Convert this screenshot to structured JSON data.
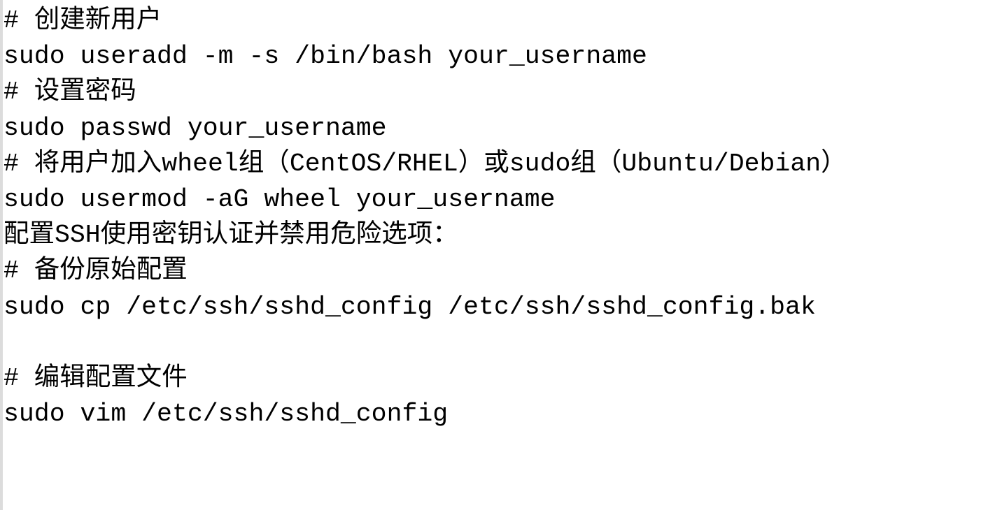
{
  "document": {
    "lines": [
      {
        "type": "comment",
        "text": "# 创建新用户"
      },
      {
        "type": "command",
        "text": "sudo useradd -m -s /bin/bash your_username"
      },
      {
        "type": "comment",
        "text": "# 设置密码"
      },
      {
        "type": "command",
        "text": "sudo passwd your_username"
      },
      {
        "type": "comment",
        "text": "# 将用户加入wheel组（CentOS/RHEL）或sudo组（Ubuntu/Debian）"
      },
      {
        "type": "command",
        "text": "sudo usermod -aG wheel your_username"
      },
      {
        "type": "text",
        "text": "配置SSH使用密钥认证并禁用危险选项："
      },
      {
        "type": "comment",
        "text": "# 备份原始配置"
      },
      {
        "type": "command",
        "text": "sudo cp /etc/ssh/sshd_config /etc/ssh/sshd_config.bak"
      },
      {
        "type": "blank",
        "text": ""
      },
      {
        "type": "comment",
        "text": "# 编辑配置文件"
      },
      {
        "type": "command",
        "text": "sudo vim /etc/ssh/sshd_config"
      }
    ]
  },
  "colors": {
    "background": "#ffffff",
    "text": "#000000",
    "left_strip": "#dcdcdc"
  }
}
